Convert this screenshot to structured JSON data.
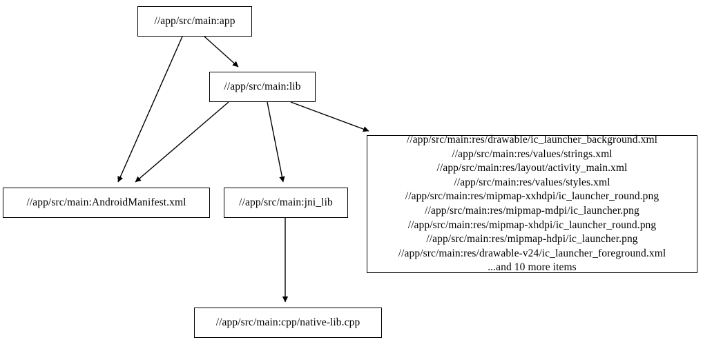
{
  "graph": {
    "type": "directed-dependency-graph",
    "background_color": "#ffffff",
    "line_color": "#000000",
    "nodes": [
      {
        "id": "app",
        "label": "//app/src/main:app"
      },
      {
        "id": "lib",
        "label": "//app/src/main:lib"
      },
      {
        "id": "manifest",
        "label": "//app/src/main:AndroidManifest.xml"
      },
      {
        "id": "jni_lib",
        "label": "//app/src/main:jni_lib"
      },
      {
        "id": "native_lib",
        "label": "//app/src/main:cpp/native-lib.cpp"
      },
      {
        "id": "res",
        "label": "//app/src/main:res/drawable/ic_launcher_background.xml\n//app/src/main:res/values/strings.xml\n//app/src/main:res/layout/activity_main.xml\n//app/src/main:res/values/styles.xml\n//app/src/main:res/mipmap-xxhdpi/ic_launcher_round.png\n//app/src/main:res/mipmap-mdpi/ic_launcher.png\n//app/src/main:res/mipmap-xhdpi/ic_launcher_round.png\n//app/src/main:res/mipmap-hdpi/ic_launcher.png\n//app/src/main:res/drawable-v24/ic_launcher_foreground.xml\n...and 10 more items",
        "lines": [
          "//app/src/main:res/drawable/ic_launcher_background.xml",
          "//app/src/main:res/values/strings.xml",
          "//app/src/main:res/layout/activity_main.xml",
          "//app/src/main:res/values/styles.xml",
          "//app/src/main:res/mipmap-xxhdpi/ic_launcher_round.png",
          "//app/src/main:res/mipmap-mdpi/ic_launcher.png",
          "//app/src/main:res/mipmap-xhdpi/ic_launcher_round.png",
          "//app/src/main:res/mipmap-hdpi/ic_launcher.png",
          "//app/src/main:res/drawable-v24/ic_launcher_foreground.xml",
          "...and 10 more items"
        ]
      }
    ],
    "edges": [
      {
        "from": "app",
        "to": "lib"
      },
      {
        "from": "app",
        "to": "manifest"
      },
      {
        "from": "lib",
        "to": "manifest"
      },
      {
        "from": "lib",
        "to": "jni_lib"
      },
      {
        "from": "lib",
        "to": "res"
      },
      {
        "from": "jni_lib",
        "to": "native_lib"
      }
    ]
  }
}
